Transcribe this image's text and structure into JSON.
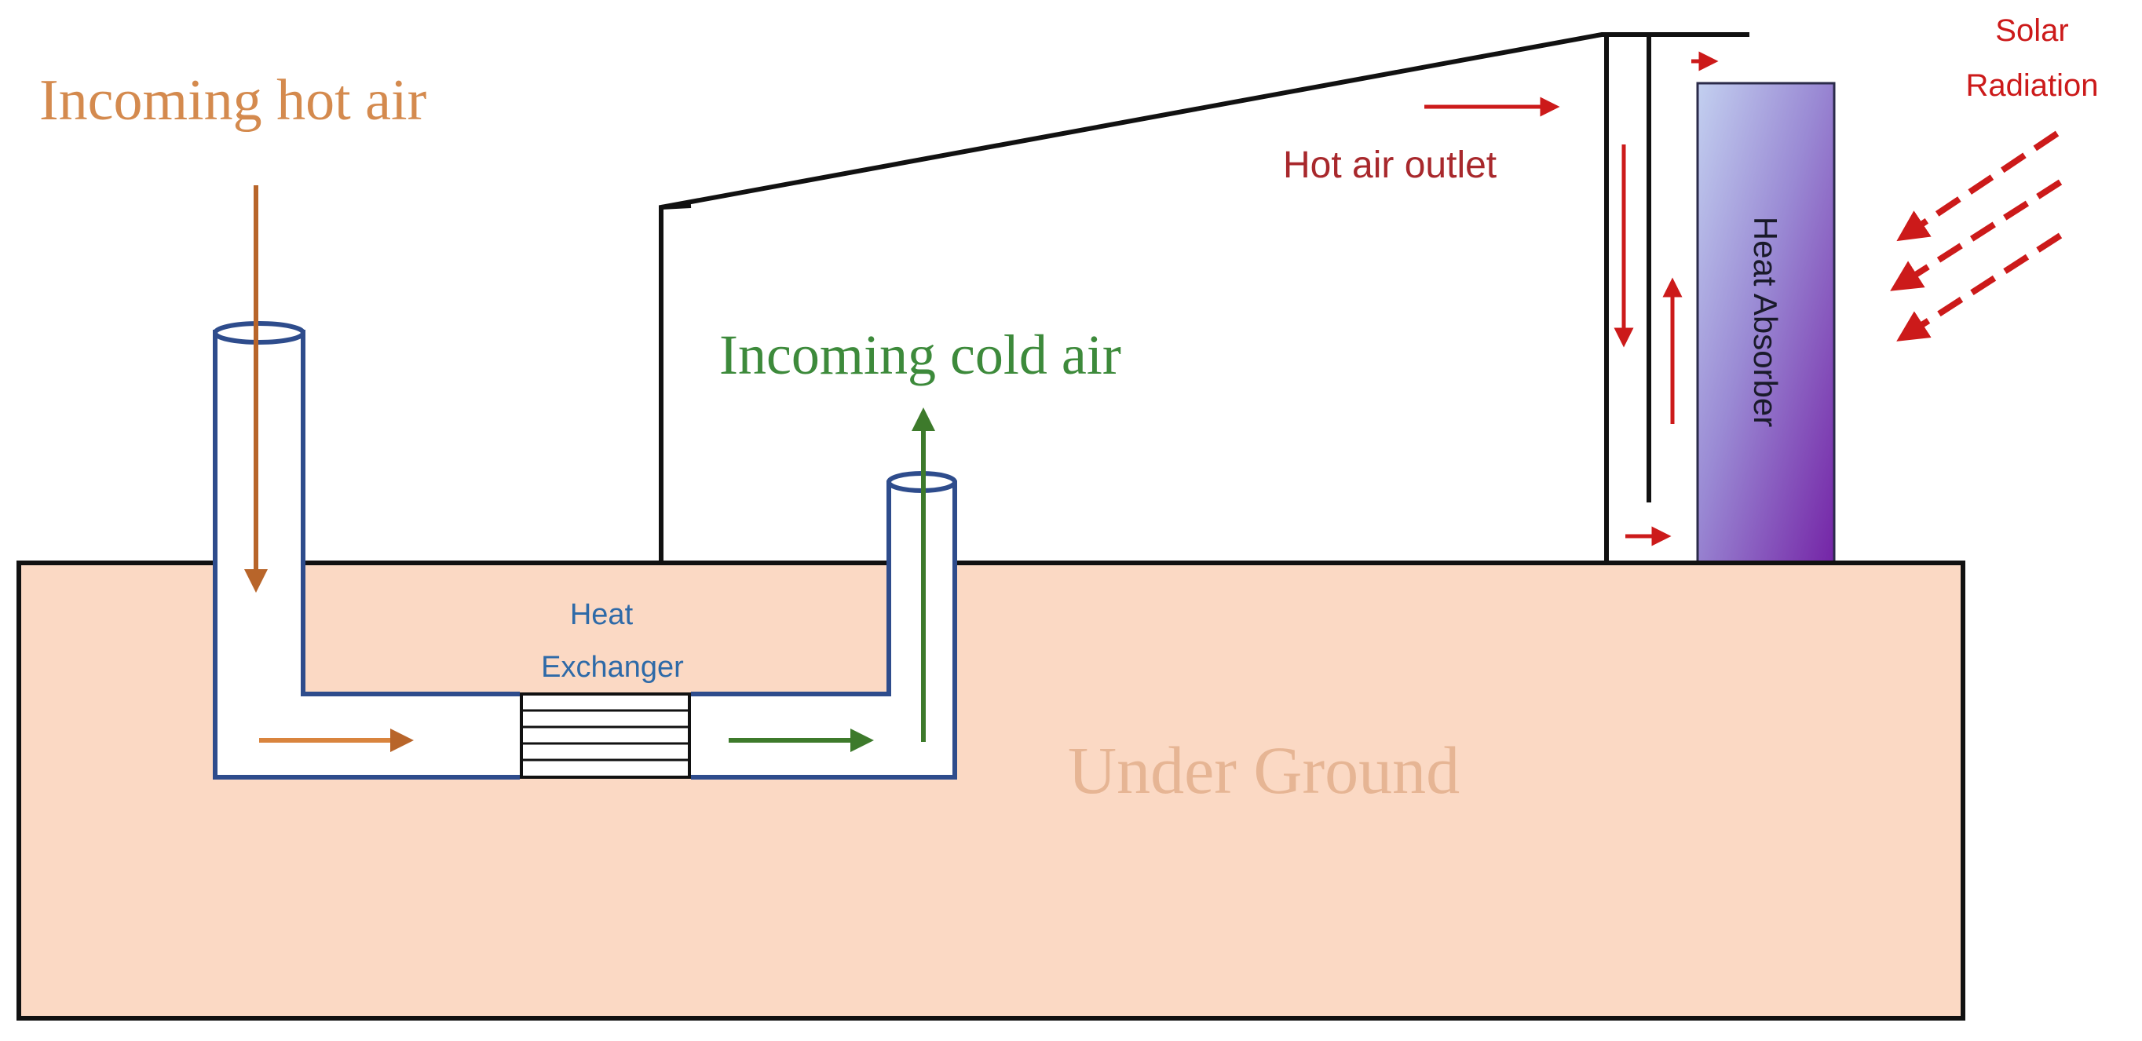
{
  "labels": {
    "incoming_hot_air": "Incoming hot air",
    "incoming_cold_air": "Incoming cold air",
    "hot_air_outlet": "Hot air outlet",
    "heat_exchanger_line1": "Heat",
    "heat_exchanger_line2": "Exchanger",
    "under_ground": "Under Ground",
    "heat_absorber": "Heat Absorber",
    "solar_radiation_line1": "Solar",
    "solar_radiation_line2": "Radiation"
  },
  "colors": {
    "ground_fill": "#fbd9c4",
    "pipe_stroke": "#2e4c8c",
    "hot_air_arrow": "#b8652a",
    "hot_air_text": "#d48a4e",
    "cold_air": "#3d7a2b",
    "outlet_red": "#cc1a1a",
    "outlet_text": "#a8282c",
    "exchanger_text": "#2e6aa8",
    "ground_text": "#e6b594",
    "absorber_top": "#b9c8ec",
    "absorber_bottom": "#7a2aa8",
    "outline": "#111111"
  }
}
